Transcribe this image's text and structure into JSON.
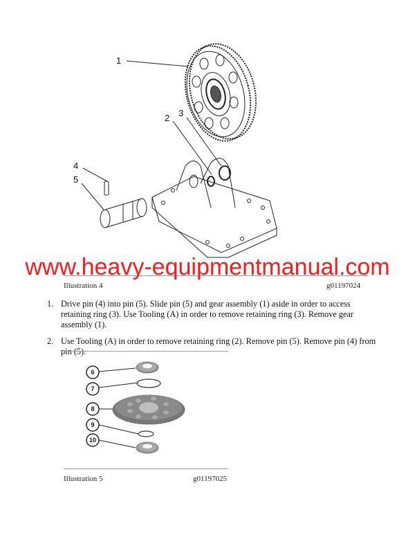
{
  "watermark": "www.heavy-equipmentmanual.com",
  "illustration4": {
    "caption": "Illustration 4",
    "graphic_id": "g01197024",
    "callouts": [
      "1",
      "2",
      "3",
      "4",
      "5"
    ]
  },
  "steps": [
    {
      "num": "1.",
      "text": "Drive pin (4) into pin (5). Slide pin (5) and gear assembly (1) aside in order to access retaining ring (3). Use Tooling (A) in order to remove retaining ring (3). Remove gear assembly (1)."
    },
    {
      "num": "2.",
      "text": "Use Tooling (A) in order to remove retaining ring (2). Remove pin (5). Remove pin (4) from pin (5)."
    }
  ],
  "illustration5": {
    "caption": "Illustration 5",
    "graphic_id": "g01197025",
    "callouts": [
      "6",
      "7",
      "8",
      "9",
      "10"
    ]
  },
  "colors": {
    "watermark": "#ff1a1a",
    "rule": "#9a9a9a"
  }
}
